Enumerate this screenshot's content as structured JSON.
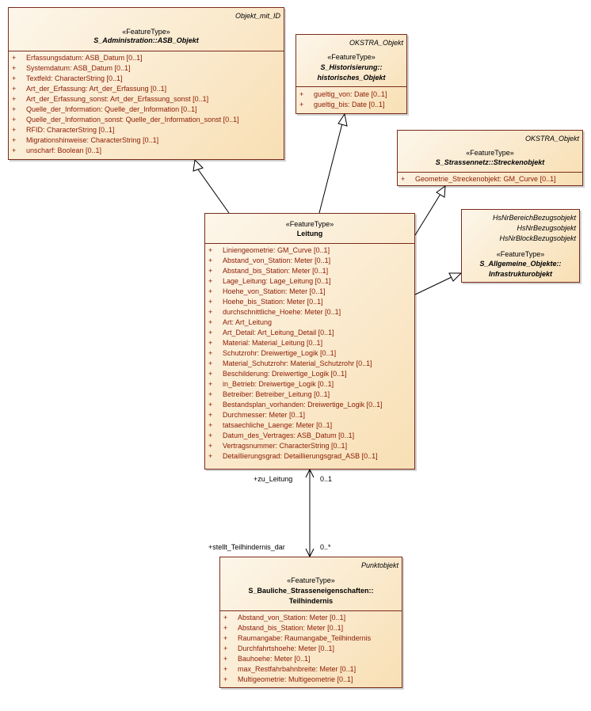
{
  "classes": {
    "asb_objekt": {
      "parent": "Objekt_mit_ID",
      "stereotype": "«FeatureType»",
      "name": "S_Administration::ASB_Objekt",
      "attributes": [
        "Erfassungsdatum: ASB_Datum [0..1]",
        "Systemdatum: ASB_Datum [0..1]",
        "Textfeld: CharacterString [0..1]",
        "Art_der_Erfassung: Art_der_Erfassung [0..1]",
        "Art_der_Erfassung_sonst: Art_der_Erfassung_sonst [0..1]",
        "Quelle_der_Information: Quelle_der_Information [0..1]",
        "Quelle_der_Information_sonst: Quelle_der_Information_sonst [0..1]",
        "RFID: CharacterString [0..1]",
        "Migrationshinweise: CharacterString [0..1]",
        "unscharf: Boolean [0..1]"
      ]
    },
    "historisches_objekt": {
      "parent": "OKSTRA_Objekt",
      "stereotype": "«FeatureType»",
      "name_line1": "S_Historisierung::",
      "name_line2": "historisches_Objekt",
      "attributes": [
        "gueltig_von: Date [0..1]",
        "gueltig_bis: Date [0..1]"
      ]
    },
    "streckenobjekt": {
      "parent": "OKSTRA_Objekt",
      "stereotype": "«FeatureType»",
      "name": "S_Strassennetz::Streckenobjekt",
      "attributes": [
        "Geometrie_Streckenobjekt: GM_Curve [0..1]"
      ]
    },
    "infrastrukturobjekt": {
      "parents": [
        "HsNrBereichBezugsobjekt",
        "HsNrBezugsobjekt",
        "HsNrBlockBezugsobjekt"
      ],
      "stereotype": "«FeatureType»",
      "name_line1": "S_Allgemeine_Objekte::",
      "name_line2": "Infrastrukturobjekt"
    },
    "leitung": {
      "stereotype": "«FeatureType»",
      "name": "Leitung",
      "attributes": [
        "Liniengeometrie: GM_Curve [0..1]",
        "Abstand_von_Station: Meter [0..1]",
        "Abstand_bis_Station: Meter [0..1]",
        "Lage_Leitung: Lage_Leitung [0..1]",
        "Hoehe_von_Station: Meter [0..1]",
        "Hoehe_bis_Station: Meter [0..1]",
        "durchschnittliche_Hoehe: Meter [0..1]",
        "Art: Art_Leitung",
        "Art_Detail: Art_Leitung_Detail [0..1]",
        "Material: Material_Leitung [0..1]",
        "Schutzrohr: Dreiwertige_Logik [0..1]",
        "Material_Schutzrohr: Material_Schutzrohr [0..1]",
        "Beschilderung: Dreiwertige_Logik [0..1]",
        "in_Betrieb: Dreiwertige_Logik [0..1]",
        "Betreiber: Betreiber_Leitung [0..1]",
        "Bestandsplan_vorhanden: Dreiwertige_Logik [0..1]",
        "Durchmesser: Meter [0..1]",
        "tatsaechliche_Laenge: Meter [0..1]",
        "Datum_des_Vertrages: ASB_Datum [0..1]",
        "Vertragsnummer: CharacterString [0..1]",
        "Detaillierungsgrad: Detaillierungsgrad_ASB [0..1]"
      ]
    },
    "teilhindernis": {
      "parent": "Punktobjekt",
      "stereotype": "«FeatureType»",
      "name_line1": "S_Bauliche_Strasseneigenschaften::",
      "name_line2": "Teilhindernis",
      "attributes": [
        "Abstand_von_Station: Meter [0..1]",
        "Abstand_bis_Station: Meter [0..1]",
        "Raumangabe: Raumangabe_Teilhindernis",
        "Durchfahrtshoehe: Meter [0..1]",
        "Bauhoehe: Meter [0..1]",
        "max_Restfahrbahnbreite: Meter [0..1]",
        "Multigeometrie: Multigeometrie [0..1]"
      ]
    }
  },
  "association": {
    "role_top": "+zu_Leitung",
    "mult_top": "0..1",
    "role_bottom": "+stellt_Teilhindernis_dar",
    "mult_bottom": "0..*"
  },
  "visibility_symbol": "+",
  "colors": {
    "border": "#7a2a1a",
    "attribute_text": "#8b1a00",
    "fill_light": "#fdf6ea",
    "fill_dark": "#f8dfb4"
  }
}
